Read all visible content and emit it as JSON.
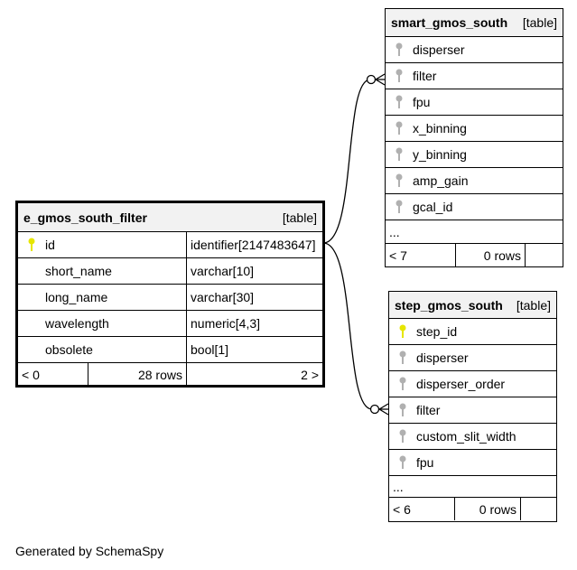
{
  "tables": {
    "e_gmos_south_filter": {
      "name": "e_gmos_south_filter",
      "type": "[table]",
      "columns": [
        {
          "name": "id",
          "type": "identifier[2147483647]",
          "key": "primary"
        },
        {
          "name": "short_name",
          "type": "varchar[10]"
        },
        {
          "name": "long_name",
          "type": "varchar[30]"
        },
        {
          "name": "wavelength",
          "type": "numeric[4,3]"
        },
        {
          "name": "obsolete",
          "type": "bool[1]"
        }
      ],
      "parents": "< 0",
      "rows": "28 rows",
      "children": "2 >"
    },
    "smart_gmos_south": {
      "name": "smart_gmos_south",
      "type": "[table]",
      "columns": [
        "disperser",
        "filter",
        "fpu",
        "x_binning",
        "y_binning",
        "amp_gain",
        "gcal_id"
      ],
      "more": "...",
      "parents": "< 7",
      "rows": "0 rows"
    },
    "step_gmos_south": {
      "name": "step_gmos_south",
      "type": "[table]",
      "columns": [
        "step_id",
        "disperser",
        "disperser_order",
        "filter",
        "custom_slit_width",
        "fpu"
      ],
      "more": "...",
      "parents": "< 6",
      "rows": "0 rows"
    }
  },
  "footer": "Generated by SchemaSpy",
  "colors": {
    "primary_key": "#e6e600",
    "foreign_key": "#b0b0b0",
    "header_bg": "#f2f2f2"
  },
  "icons": {
    "primary_key": "key-icon-yellow",
    "foreign_key": "key-icon-gray"
  }
}
